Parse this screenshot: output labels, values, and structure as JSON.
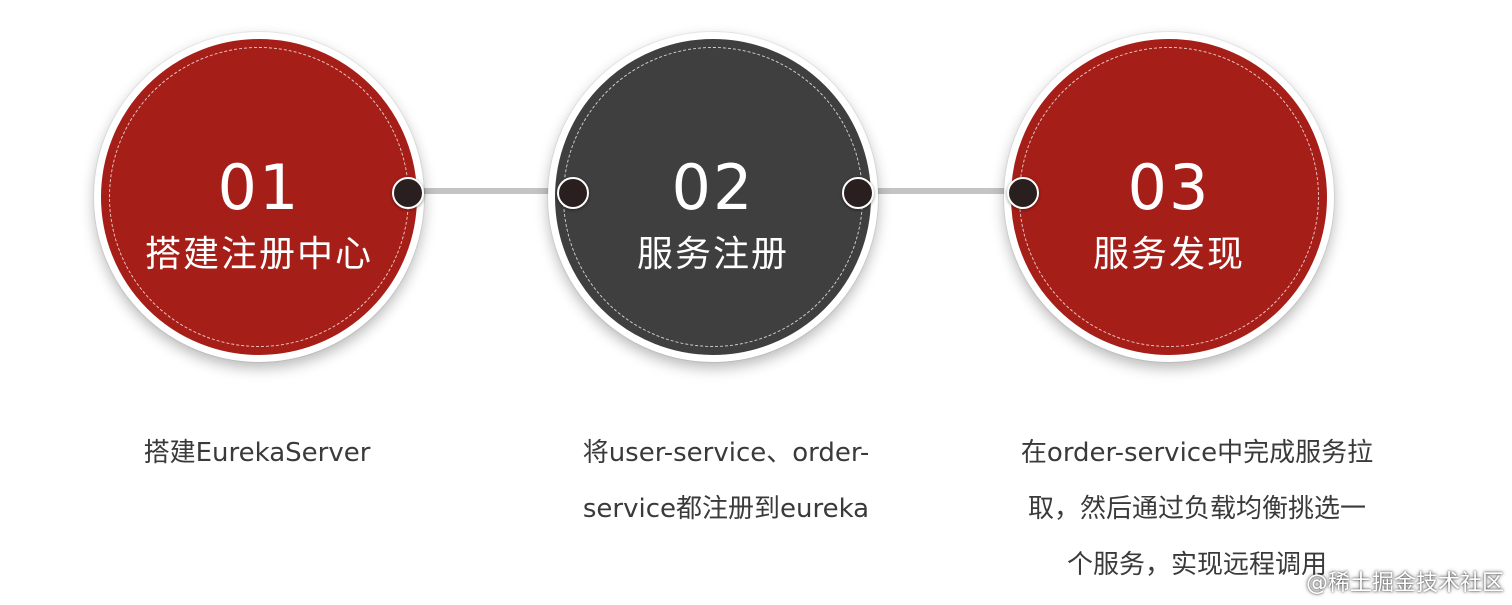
{
  "steps": [
    {
      "number": "01",
      "title": "搭建注册中心",
      "description_lines": [
        "搭建EurekaServer"
      ],
      "color": "#a61e18"
    },
    {
      "number": "02",
      "title": "服务注册",
      "description_lines": [
        "将user-service、order-",
        "service都注册到eureka"
      ],
      "color": "#3f3f3f"
    },
    {
      "number": "03",
      "title": "服务发现",
      "description_lines": [
        "在order-service中完成服务拉",
        "取，然后通过负载均衡挑选一",
        "个服务，实现远程调用"
      ],
      "color": "#a61e18"
    }
  ],
  "watermark": "@稀土掘金技术社区"
}
